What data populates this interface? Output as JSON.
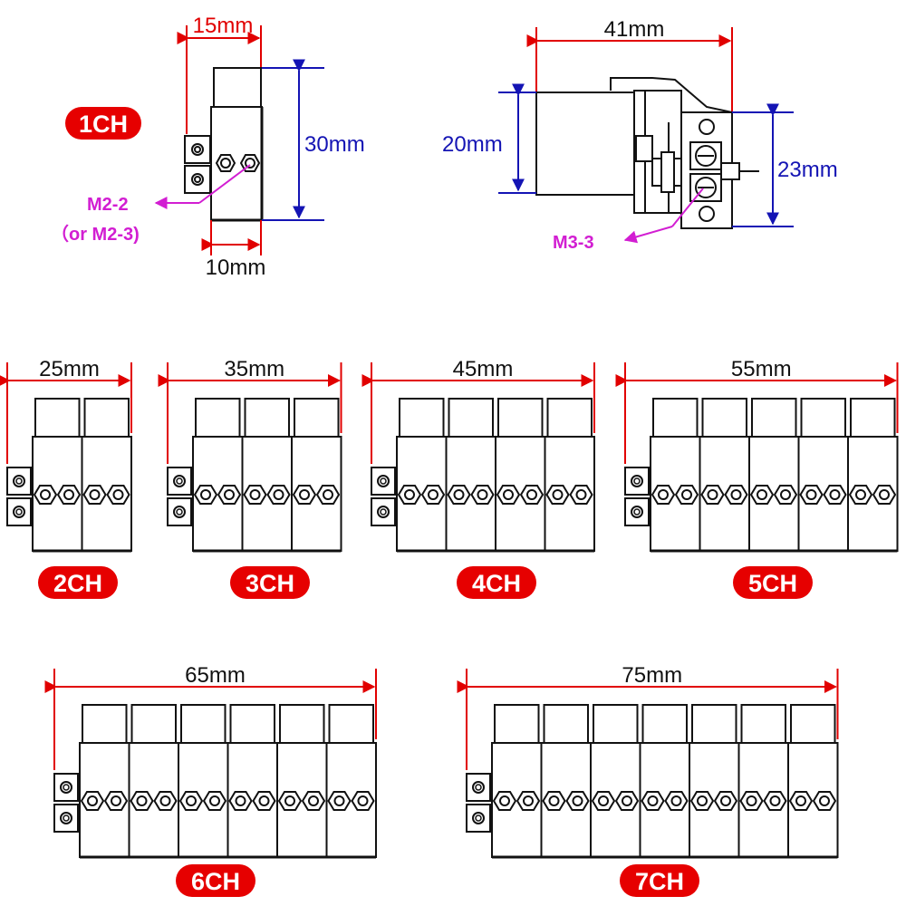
{
  "colors": {
    "dimension_red": "#e10000",
    "dimension_blue": "#1414b4",
    "callout_magenta": "#d21ed2",
    "badge_red": "#e60000",
    "badge_text": "#ffffff",
    "outline": "#111111",
    "body_fill": "#ffffff"
  },
  "single_channel_view": {
    "badge": "1CH",
    "width_top": "15mm",
    "height": "30mm",
    "width_bottom": "10mm",
    "callout_line1": "M2-2",
    "callout_line2": "（or M2-3)"
  },
  "side_view": {
    "width": "41mm",
    "body_height": "20mm",
    "terminal_height": "23mm",
    "callout": "M3-3"
  },
  "multi_channel_views": [
    {
      "badge": "2CH",
      "channels": 2,
      "width": "25mm"
    },
    {
      "badge": "3CH",
      "channels": 3,
      "width": "35mm"
    },
    {
      "badge": "4CH",
      "channels": 4,
      "width": "45mm"
    },
    {
      "badge": "5CH",
      "channels": 5,
      "width": "55mm"
    },
    {
      "badge": "6CH",
      "channels": 6,
      "width": "65mm"
    },
    {
      "badge": "7CH",
      "channels": 7,
      "width": "75mm"
    }
  ]
}
